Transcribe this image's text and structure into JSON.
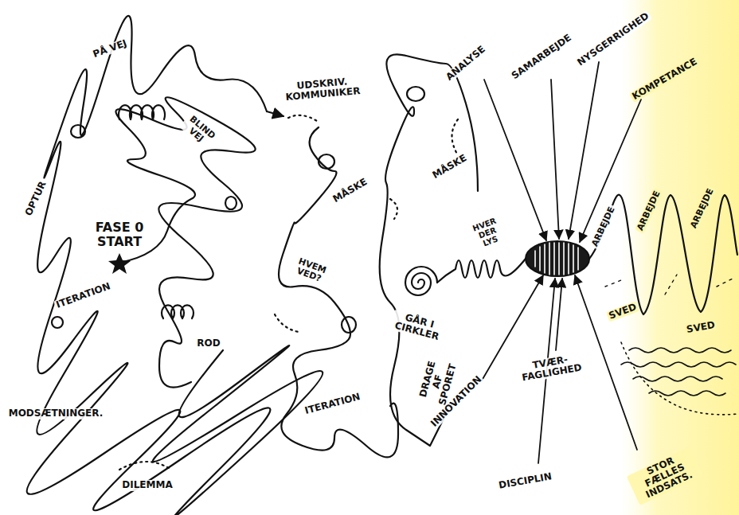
{
  "diagram": {
    "labels": [
      "PÅ VEJ",
      "OPTUR",
      "FASE 0 START",
      "BLIND VEJ",
      "ITERATION",
      "ROD",
      "MODSÆTNINGER.",
      "DILEMMA",
      "UDSKRIV. KOMMUNIKER",
      "MÅSKE",
      "HVEM VED?",
      "ITERATION",
      "MÅSKE",
      "GÅR I CIRKLER",
      "DRAGE AF SPORET",
      "HVER DER LYS",
      "ANALYSE",
      "SAMARBEJDE",
      "NYSGERRIGHED",
      "KOMPETANCE",
      "ARBEJDE",
      "ARBEJDE",
      "ARBEJDE",
      "SVED",
      "SVED",
      "INNOVATION",
      "TVÆR- FAGLIGHED",
      "DISCIPLIN",
      "STOR FÆLLES INDSATS."
    ]
  }
}
